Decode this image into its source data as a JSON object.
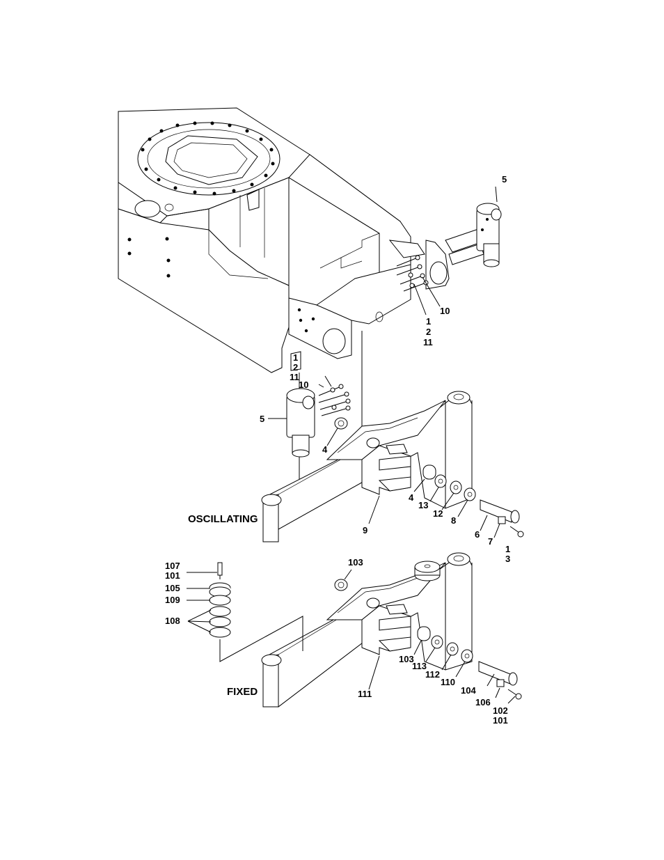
{
  "section_titles": {
    "oscillating": "OSCILLATING",
    "fixed": "FIXED"
  },
  "callouts": {
    "top_pivot": [
      "5"
    ],
    "top_bolts": [
      "10"
    ],
    "top_group": [
      "1",
      "2",
      "11"
    ],
    "mid_group": [
      "1",
      "2",
      "11"
    ],
    "mid_bolts": [
      "10"
    ],
    "mid_pivot": [
      "5"
    ],
    "bushing_left": [
      "4"
    ],
    "bushing_right": [
      "4"
    ],
    "washer_a": [
      "13"
    ],
    "washer_b": [
      "12"
    ],
    "washer_c": [
      "8"
    ],
    "bracket_osc": [
      "9"
    ],
    "pin": [
      "6"
    ],
    "pin_plate": [
      "7"
    ],
    "pin_bolt": [
      "1",
      "3"
    ],
    "stack_top": [
      "107",
      "101"
    ],
    "stack_105": [
      "105"
    ],
    "stack_109": [
      "109"
    ],
    "stack_108": [
      "108"
    ],
    "fixed_bushing_top": [
      "103"
    ],
    "fixed_bushing": [
      "103"
    ],
    "fixed_washer_a": [
      "113"
    ],
    "fixed_washer_b": [
      "112"
    ],
    "fixed_washer_c": [
      "110"
    ],
    "fixed_bracket": [
      "111"
    ],
    "fixed_pin": [
      "104"
    ],
    "fixed_plate": [
      "106"
    ],
    "fixed_bolt": [
      "102",
      "101"
    ]
  }
}
